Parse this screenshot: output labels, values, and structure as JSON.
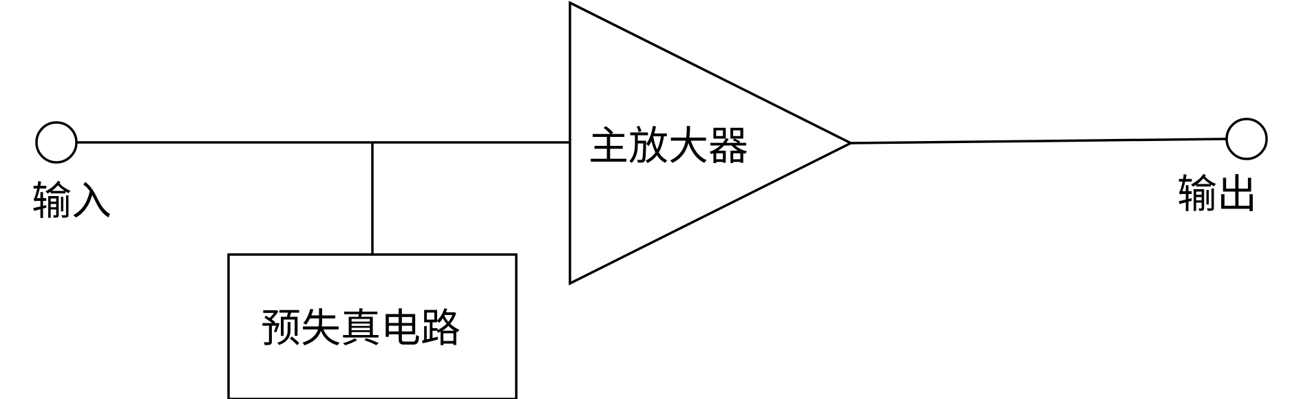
{
  "labels": {
    "input": "输入",
    "output": "输出",
    "main_amplifier": "主放大器",
    "predistortion_circuit": "预失真电路"
  }
}
